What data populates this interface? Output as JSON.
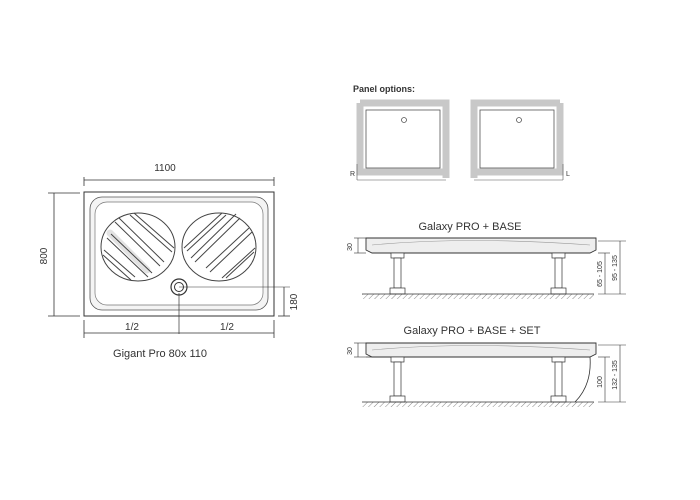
{
  "plan": {
    "width_label": "1100",
    "height_label": "800",
    "drain_label": "180",
    "half_left": "1/2",
    "half_right": "1/2",
    "caption": "Gigant Pro 80x 110"
  },
  "panel_options": {
    "title": "Panel options:",
    "left_marker": "R",
    "right_marker": "L"
  },
  "base": {
    "title": "Galaxy PRO + BASE",
    "dim_top": "30",
    "dim_leg": "65 - 105",
    "dim_total": "95 - 135"
  },
  "base_set": {
    "title": "Galaxy PRO + BASE + SET",
    "dim_top": "30",
    "dim_leg": "100",
    "dim_total": "132 - 135"
  },
  "colors": {
    "line": "#333333",
    "panel_grey": "#c8c8c8",
    "tray_fill": "#f0f0f0",
    "floor_hatch": "#888888"
  }
}
